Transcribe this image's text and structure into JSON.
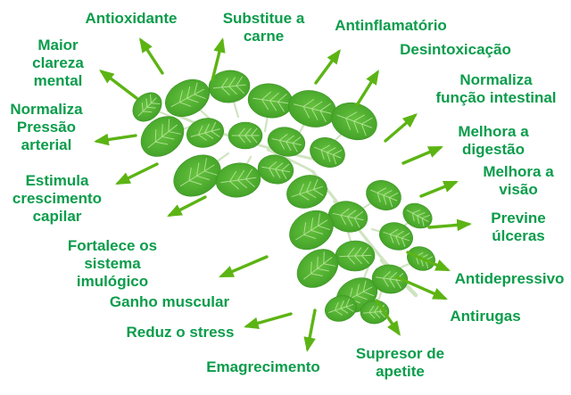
{
  "benefits": {
    "antioxidante": "Antioxidante",
    "substitue_a_carne": "Substitue a\ncarne",
    "antinflamatorio": "Antinflamatório",
    "desintoxicacao": "Desintoxicação",
    "normaliza_funcao_intestinal": "Normaliza\nfunção intestinal",
    "melhora_digestao": "Melhora a\ndigestão",
    "melhora_visao": "Melhora a\nvisão",
    "previne_ulceras": "Previne\núlceras",
    "antidepressivo": "Antidepressivo",
    "antirugas": "Antirugas",
    "supresor_apetite": "Supresor de\napetite",
    "emagrecimento": "Emagrecimento",
    "reduz_stress": "Reduz o stress",
    "ganho_muscular": "Ganho muscular",
    "fortalece_imunologico": "Fortalece os\nsistema\nimulógico",
    "estimula_capilar": "Estimula\ncrescimento\ncapilar",
    "normaliza_pressao": "Normaliza\nPressão\narterial",
    "maior_clareza": "Maior\nclareza\nmental"
  },
  "colors": {
    "label_text": "#0b9c4b",
    "arrow": "#5cb414",
    "leaf": "#49a82c",
    "leaf_light": "#66c23e",
    "leaf_dark": "#3c9424",
    "leaf_vein": "#c2e8a6",
    "stem": "#cfe4c0"
  }
}
